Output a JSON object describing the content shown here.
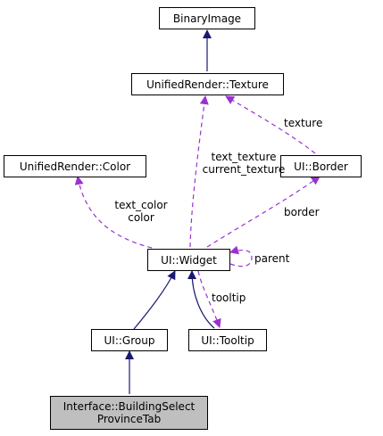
{
  "nodes": {
    "binary_image": "BinaryImage",
    "texture": "UnifiedRender::Texture",
    "color": "UnifiedRender::Color",
    "border": "UI::Border",
    "widget": "UI::Widget",
    "group": "UI::Group",
    "tooltip": "UI::Tooltip",
    "building_select_line1": "Interface::BuildingSelect",
    "building_select_line2": "ProvinceTab"
  },
  "edge_labels": {
    "texture": "texture",
    "text_texture": "text_texture",
    "current_texture": "current_texture",
    "text_color": "text_color",
    "color": "color",
    "border": "border",
    "parent": "parent",
    "tooltip": "tooltip"
  },
  "colors": {
    "inheritance": "#191970",
    "usage": "#9a32cd",
    "highlight_node": "#bfbfbf"
  }
}
